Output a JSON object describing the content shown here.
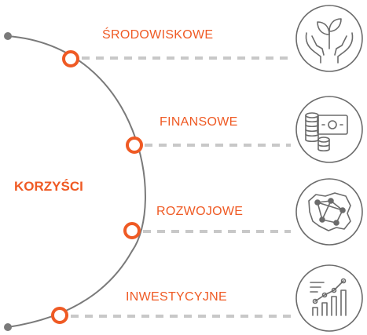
{
  "center": {
    "title": "KORZYŚCI"
  },
  "items": [
    {
      "label": "ŚRODOWISKOWE",
      "icon": "hands-plant-icon"
    },
    {
      "label": "FINANSOWE",
      "icon": "coins-banknote-icon"
    },
    {
      "label": "ROZWOJOWE",
      "icon": "poland-map-network-icon"
    },
    {
      "label": "INWESTYCYJNE",
      "icon": "growth-chart-icon"
    }
  ],
  "colors": {
    "accent": "#ef5a24",
    "line": "#7a7a7a",
    "dash": "#c8c8c8",
    "icon": "#6b6b6b"
  }
}
